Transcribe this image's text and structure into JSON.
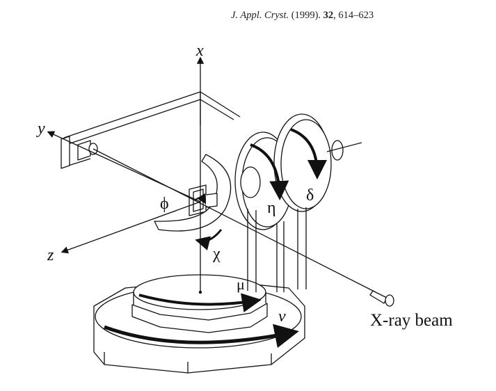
{
  "citation": {
    "journal": "J. Appl. Cryst.",
    "year": "(1999).",
    "volume": "32",
    "pages": ", 614–623"
  },
  "labels": {
    "x": "x",
    "y": "y",
    "z": "z",
    "phi": "ϕ",
    "chi": "χ",
    "eta": "η",
    "delta": "δ",
    "mu": "μ",
    "nu": "ν",
    "beam": "X-ray beam"
  }
}
